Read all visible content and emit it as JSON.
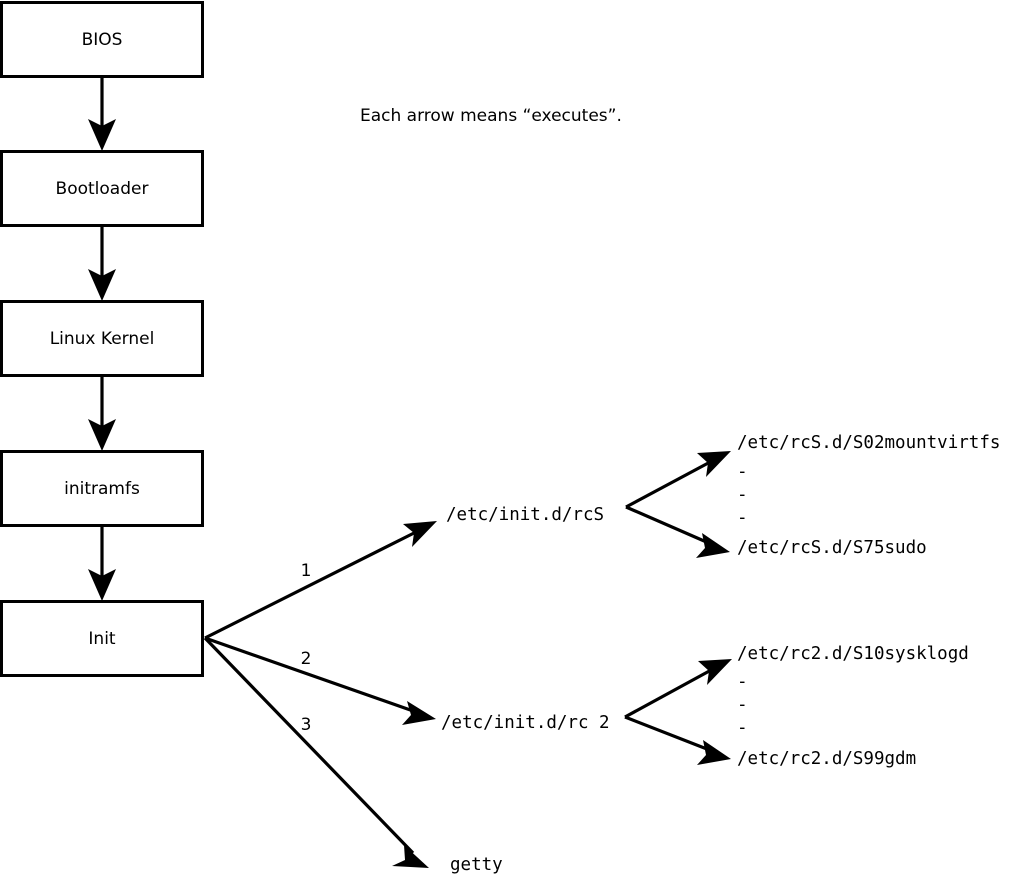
{
  "diagram": {
    "title_note": "Each arrow means “executes”.",
    "boot_chain": [
      {
        "label": "BIOS"
      },
      {
        "label": "Bootloader"
      },
      {
        "label": "Linux Kernel"
      },
      {
        "label": "initramfs"
      },
      {
        "label": "Init"
      }
    ],
    "init_branches": [
      {
        "number": "1",
        "target": "/etc/init.d/rcS"
      },
      {
        "number": "2",
        "target": "/etc/init.d/rc 2"
      },
      {
        "number": "3",
        "target": "getty"
      }
    ],
    "rcS_scripts": {
      "first": "/etc/rcS.d/S02mountvirtfs",
      "ellipsis": [
        "-",
        "-",
        "-"
      ],
      "last": "/etc/rcS.d/S75sudo"
    },
    "rc2_scripts": {
      "first": "/etc/rc2.d/S10sysklogd",
      "ellipsis": [
        "-",
        "-",
        "-"
      ],
      "last": "/etc/rc2.d/S99gdm"
    },
    "colors": {
      "stroke": "#000000",
      "fill": "#ffffff",
      "background": "#ffffff"
    }
  }
}
